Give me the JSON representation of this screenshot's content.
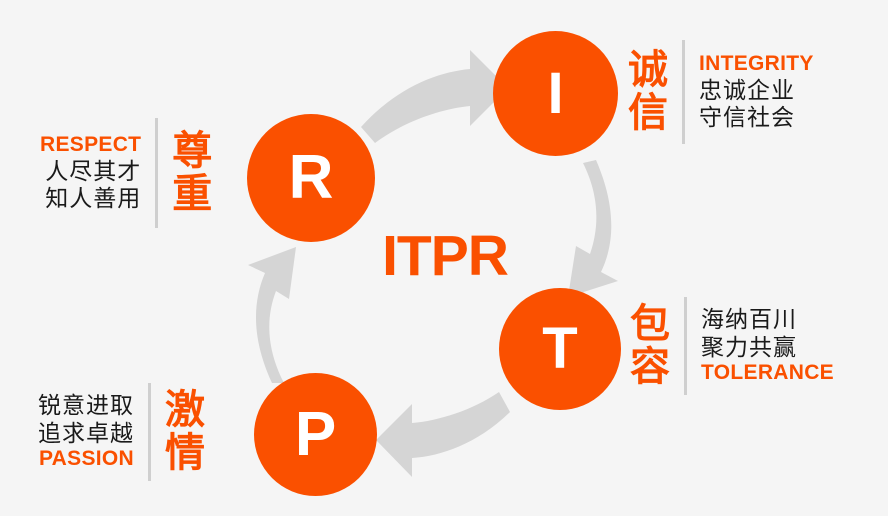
{
  "colors": {
    "background": "#f5f5f5",
    "accent_orange": "#fa5000",
    "arrow_gray": "#d5d5d5",
    "divider_gray": "#cfcfcf",
    "text_dark": "#1a1a1a",
    "letter_white": "#ffffff"
  },
  "center": {
    "wordmark": "ITPR"
  },
  "nodes": [
    {
      "id": "r",
      "letter": "R"
    },
    {
      "id": "i",
      "letter": "I"
    },
    {
      "id": "t",
      "letter": "T"
    },
    {
      "id": "p",
      "letter": "P"
    }
  ],
  "blocks": {
    "respect": {
      "english": "RESPECT",
      "cn_title": "尊\n重",
      "lines": [
        "人尽其才",
        "知人善用"
      ]
    },
    "integrity": {
      "english": "INTEGRITY",
      "cn_title": "诚\n信",
      "lines": [
        "忠诚企业",
        "守信社会"
      ]
    },
    "tolerance": {
      "english": "TOLERANCE",
      "cn_title": "包\n容",
      "lines": [
        "海纳百川",
        "聚力共赢"
      ]
    },
    "passion": {
      "english": "PASSION",
      "cn_title": "激\n情",
      "lines": [
        "锐意进取",
        "追求卓越"
      ]
    }
  },
  "arrows": [
    {
      "id": "r-to-i",
      "from": "R",
      "to": "I",
      "direction": "right-up"
    },
    {
      "id": "i-to-t",
      "from": "I",
      "to": "T",
      "direction": "down"
    },
    {
      "id": "t-to-p",
      "from": "T",
      "to": "P",
      "direction": "left"
    },
    {
      "id": "p-to-r",
      "from": "P",
      "to": "R",
      "direction": "up"
    }
  ]
}
